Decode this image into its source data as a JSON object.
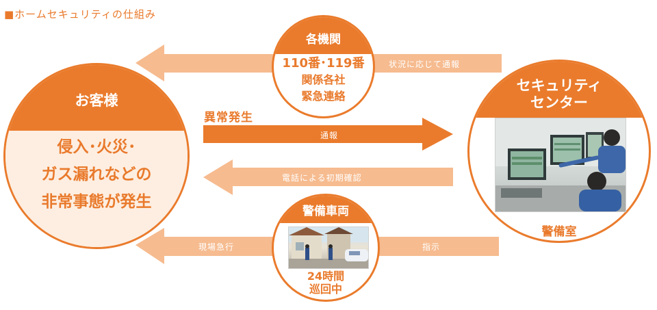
{
  "title": "■ホームセキュリティの仕組み",
  "customer": {
    "title": "お客様",
    "lines": [
      "侵入･火災･",
      "ガス漏れなどの",
      "非常事態が発生"
    ]
  },
  "agencies": {
    "title": "各機関",
    "lines": [
      "110番･119番",
      "関係各社",
      "緊急連絡"
    ]
  },
  "center": {
    "title_lines": [
      "セキュリティ",
      "センター"
    ],
    "room": "警備室"
  },
  "patrol": {
    "title": "警備車両",
    "lines": [
      "24時間",
      "巡回中"
    ]
  },
  "flows": {
    "agency_to_customer": "状況に応じて通報",
    "event": "異常発生",
    "report": "通報",
    "confirm_call": "電話による初期確認",
    "rush": "現場急行",
    "instruct": "指示"
  },
  "colors": {
    "accent": "#ea7b2c",
    "accent_light": "#f6bb8f",
    "tint": "#fdeee1"
  },
  "icons": [
    "office-monitors-image",
    "patrol-scene-image"
  ]
}
